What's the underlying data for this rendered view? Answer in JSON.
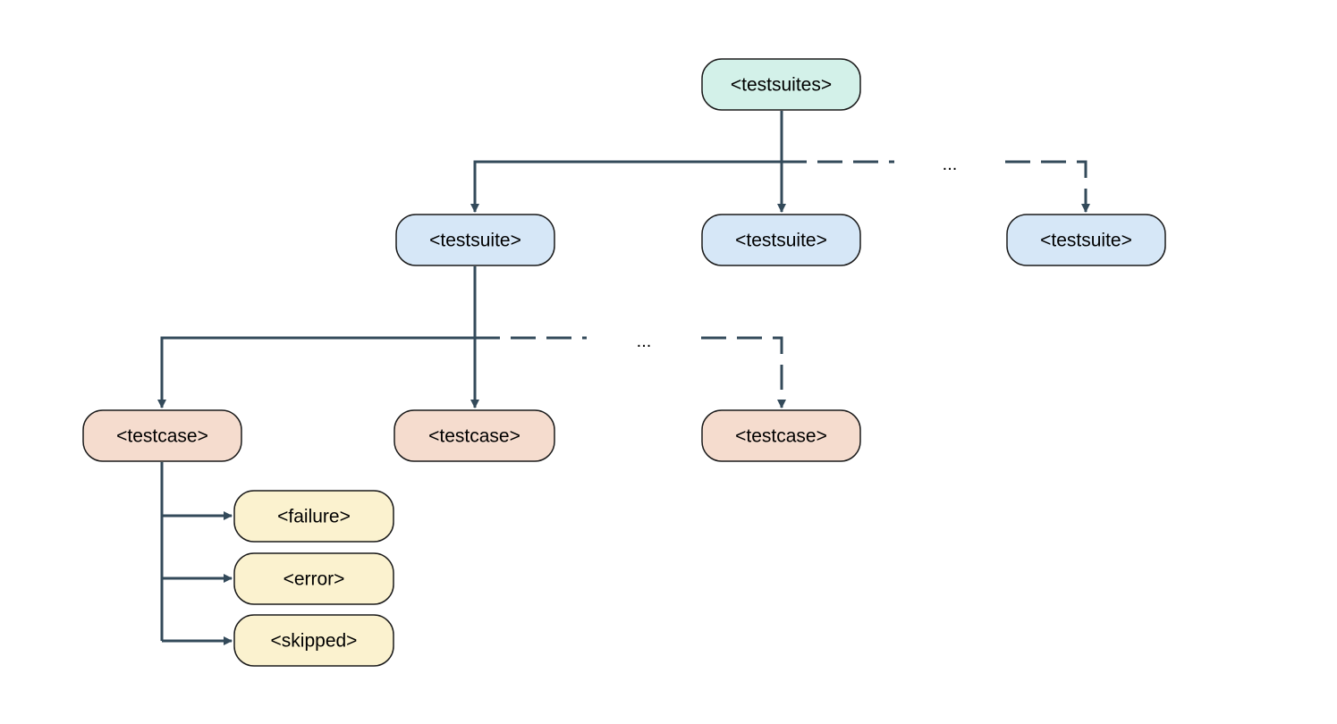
{
  "colors": {
    "root": "#d3f1e9",
    "suite": "#d6e7f7",
    "case": "#f5dcce",
    "result": "#fbf2cf",
    "edge": "#334a5a"
  },
  "nodes": {
    "testsuites": {
      "label": "<testsuites>"
    },
    "testsuite_1": {
      "label": "<testsuite>"
    },
    "testsuite_2": {
      "label": "<testsuite>"
    },
    "testsuite_3": {
      "label": "<testsuite>"
    },
    "testcase_1": {
      "label": "<testcase>"
    },
    "testcase_2": {
      "label": "<testcase>"
    },
    "testcase_3": {
      "label": "<testcase>"
    },
    "failure": {
      "label": "<failure>"
    },
    "error": {
      "label": "<error>"
    },
    "skipped": {
      "label": "<skipped>"
    }
  },
  "ellipses": {
    "suites_more": "...",
    "cases_more": "..."
  }
}
